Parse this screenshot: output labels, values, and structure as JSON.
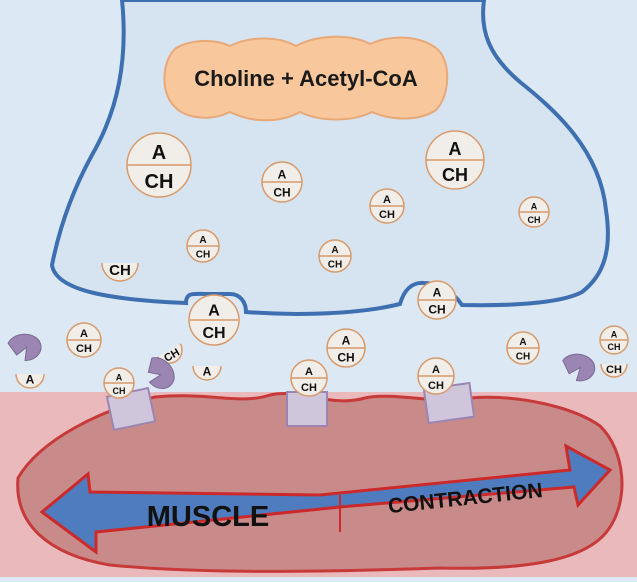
{
  "synthesis_label": "Choline + Acetyl-CoA",
  "molecule": {
    "top": "A",
    "bottom": "CH"
  },
  "fragment_labels": {
    "choline": "CH",
    "acetate": "A"
  },
  "arrow": {
    "left_text": "MUSCLE",
    "right_text": "CONTRACTION"
  },
  "colors": {
    "terminal_outline": "#3e6fb0",
    "background": "#dce8f4",
    "muscle_band": "#e9b9bc",
    "muscle_body": "#c98a8a",
    "arrow_fill": "#4e7cbf",
    "arrow_stroke": "#cc2a2a",
    "bubble_fill": "#f8c89c",
    "enzyme_fill": "#9b86b3",
    "lightning_fill": "#ffd21a"
  },
  "icons": [
    "lightning-icon",
    "enzyme-icon",
    "receptor-icon",
    "acetylcholine-molecule-icon"
  ]
}
